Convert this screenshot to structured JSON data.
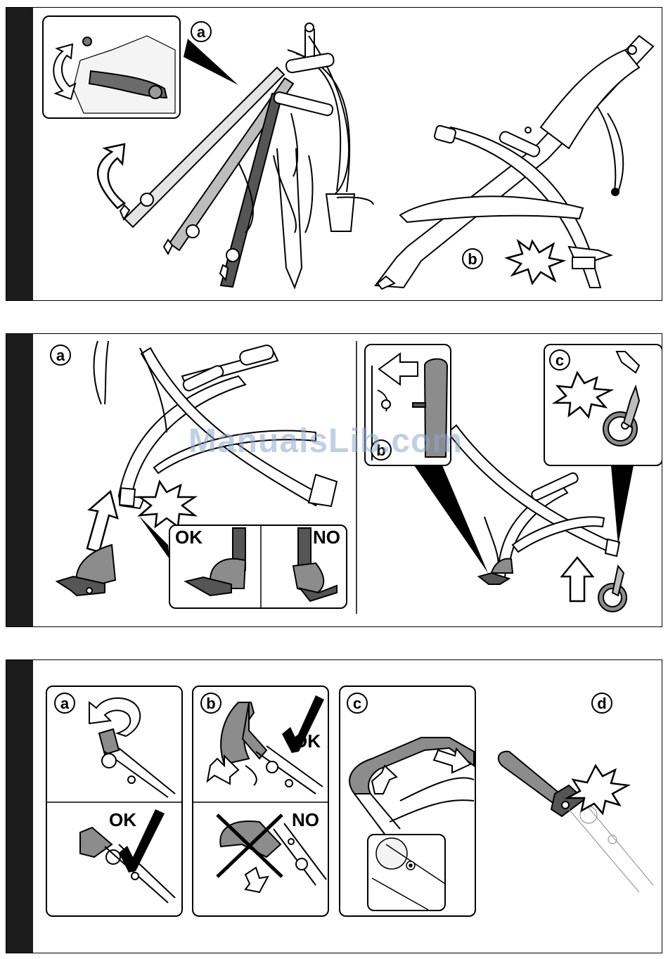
{
  "panel1": {
    "label_a": "a",
    "label_b": "b"
  },
  "panel2": {
    "label_a": "a",
    "label_b": "b",
    "label_c": "c",
    "ok": "OK",
    "no": "NO"
  },
  "panel3": {
    "label_a": "a",
    "label_b": "b",
    "label_c": "c",
    "label_d": "d",
    "ok_a": "OK",
    "ok_b": "OK",
    "no_b": "NO"
  },
  "watermark": "ManualsLib.com",
  "colors": {
    "dark_bar": "#1c1c1c",
    "part_gray": "#8c8c8c",
    "part_dark": "#555555",
    "part_light": "#d9d9d9",
    "watermark": "#8ea9cf"
  }
}
